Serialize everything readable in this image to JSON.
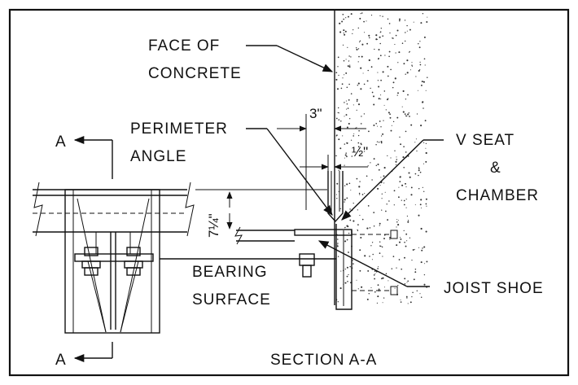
{
  "labels": {
    "face_of_concrete_line1": "FACE OF",
    "face_of_concrete_line2": "CONCRETE",
    "perimeter_angle_line1": "PERIMETER",
    "perimeter_angle_line2": "ANGLE",
    "v_seat_line1": "V SEAT",
    "v_seat_line2": "&",
    "v_seat_line3": "CHAMBER",
    "bearing_surface_line1": "BEARING",
    "bearing_surface_line2": "SURFACE",
    "joist_shoe": "JOIST SHOE",
    "section_title": "SECTION A-A",
    "section_mark_top": "A",
    "section_mark_bottom": "A"
  },
  "dimensions": {
    "offset_3in": "3\"",
    "offset_half_in": "½\"",
    "height_7_quarter_in": "7¼\""
  }
}
